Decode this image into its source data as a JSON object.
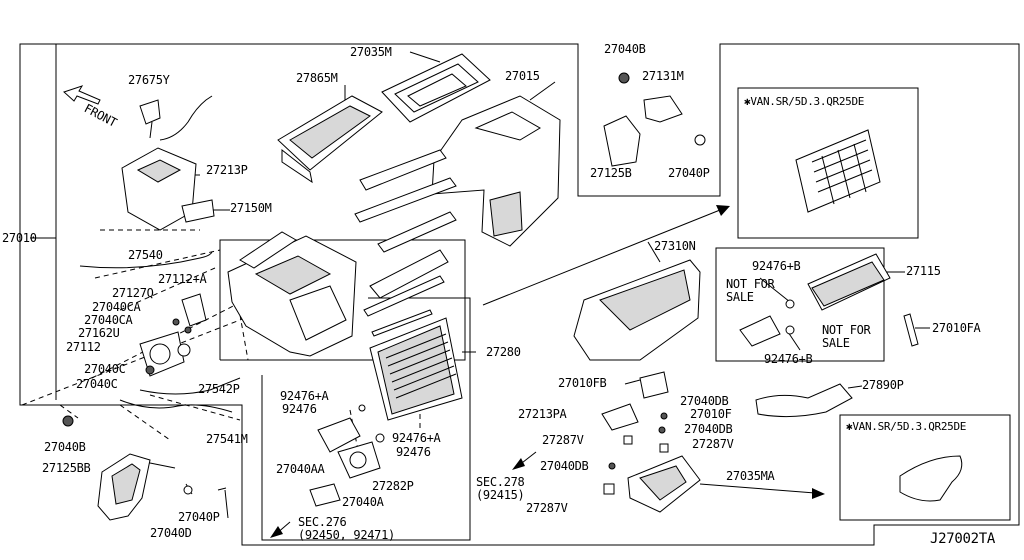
{
  "labels": {
    "p27035M": "27035M",
    "p27040B_top": "27040B",
    "p27675Y": "27675Y",
    "p27865M": "27865M",
    "p27015": "27015",
    "p27131M": "27131M",
    "front": "FRONT",
    "p27213P": "27213P",
    "p27125B": "27125B",
    "p27040P_top": "27040P",
    "p27150M": "27150M",
    "p27010": "27010",
    "p27540": "27540",
    "p27310N": "27310N",
    "p27112A": "27112+A",
    "p27127Q": "27127Q",
    "p92476B_top": "92476+B",
    "p27115": "27115",
    "p27040CA_a": "27040CA",
    "p27040CA_b": "27040CA",
    "p27162U": "27162U",
    "p27112": "27112",
    "p27010FA": "27010FA",
    "p92476B_bot": "92476+B",
    "p27280": "27280",
    "p27040C_a": "27040C",
    "p27040C_b": "27040C",
    "p27010FB": "27010FB",
    "p27890P": "27890P",
    "p27542P": "27542P",
    "p27040DB_a": "27040DB",
    "p92476A_a": "92476+A",
    "p92476_a": "92476",
    "p27213PA": "27213PA",
    "p27010F": "27010F",
    "p27040B_left": "27040B",
    "p27541M": "27541M",
    "p27040DB_b": "27040DB",
    "p92476A_b": "92476+A",
    "p27287V_a": "27287V",
    "p27287V_b": "27287V",
    "p92476_b": "92476",
    "p27125BB": "27125BB",
    "p27040AA": "27040AA",
    "p27040DB_c": "27040DB",
    "p27035MA": "27035MA",
    "p27282P": "27282P",
    "p27040P_bot": "27040P",
    "p27040A": "27040A",
    "p27287V_c": "27287V",
    "p27040D": "27040D",
    "sec278_a": "SEC.278",
    "sec278_b": "(92415)",
    "sec276_a": "SEC.276",
    "sec276_b": "(92450, 92471)",
    "not_for_sale_1a": "NOT FOR",
    "not_for_sale_1b": "SALE",
    "not_for_sale_2a": "NOT FOR",
    "not_for_sale_2b": "SALE",
    "van_note_1": "✱VAN.SR/5D.3.QR25DE",
    "van_note_2": "✱VAN.SR/5D.3.QR25DE",
    "diagram_id": "J27002TA"
  }
}
